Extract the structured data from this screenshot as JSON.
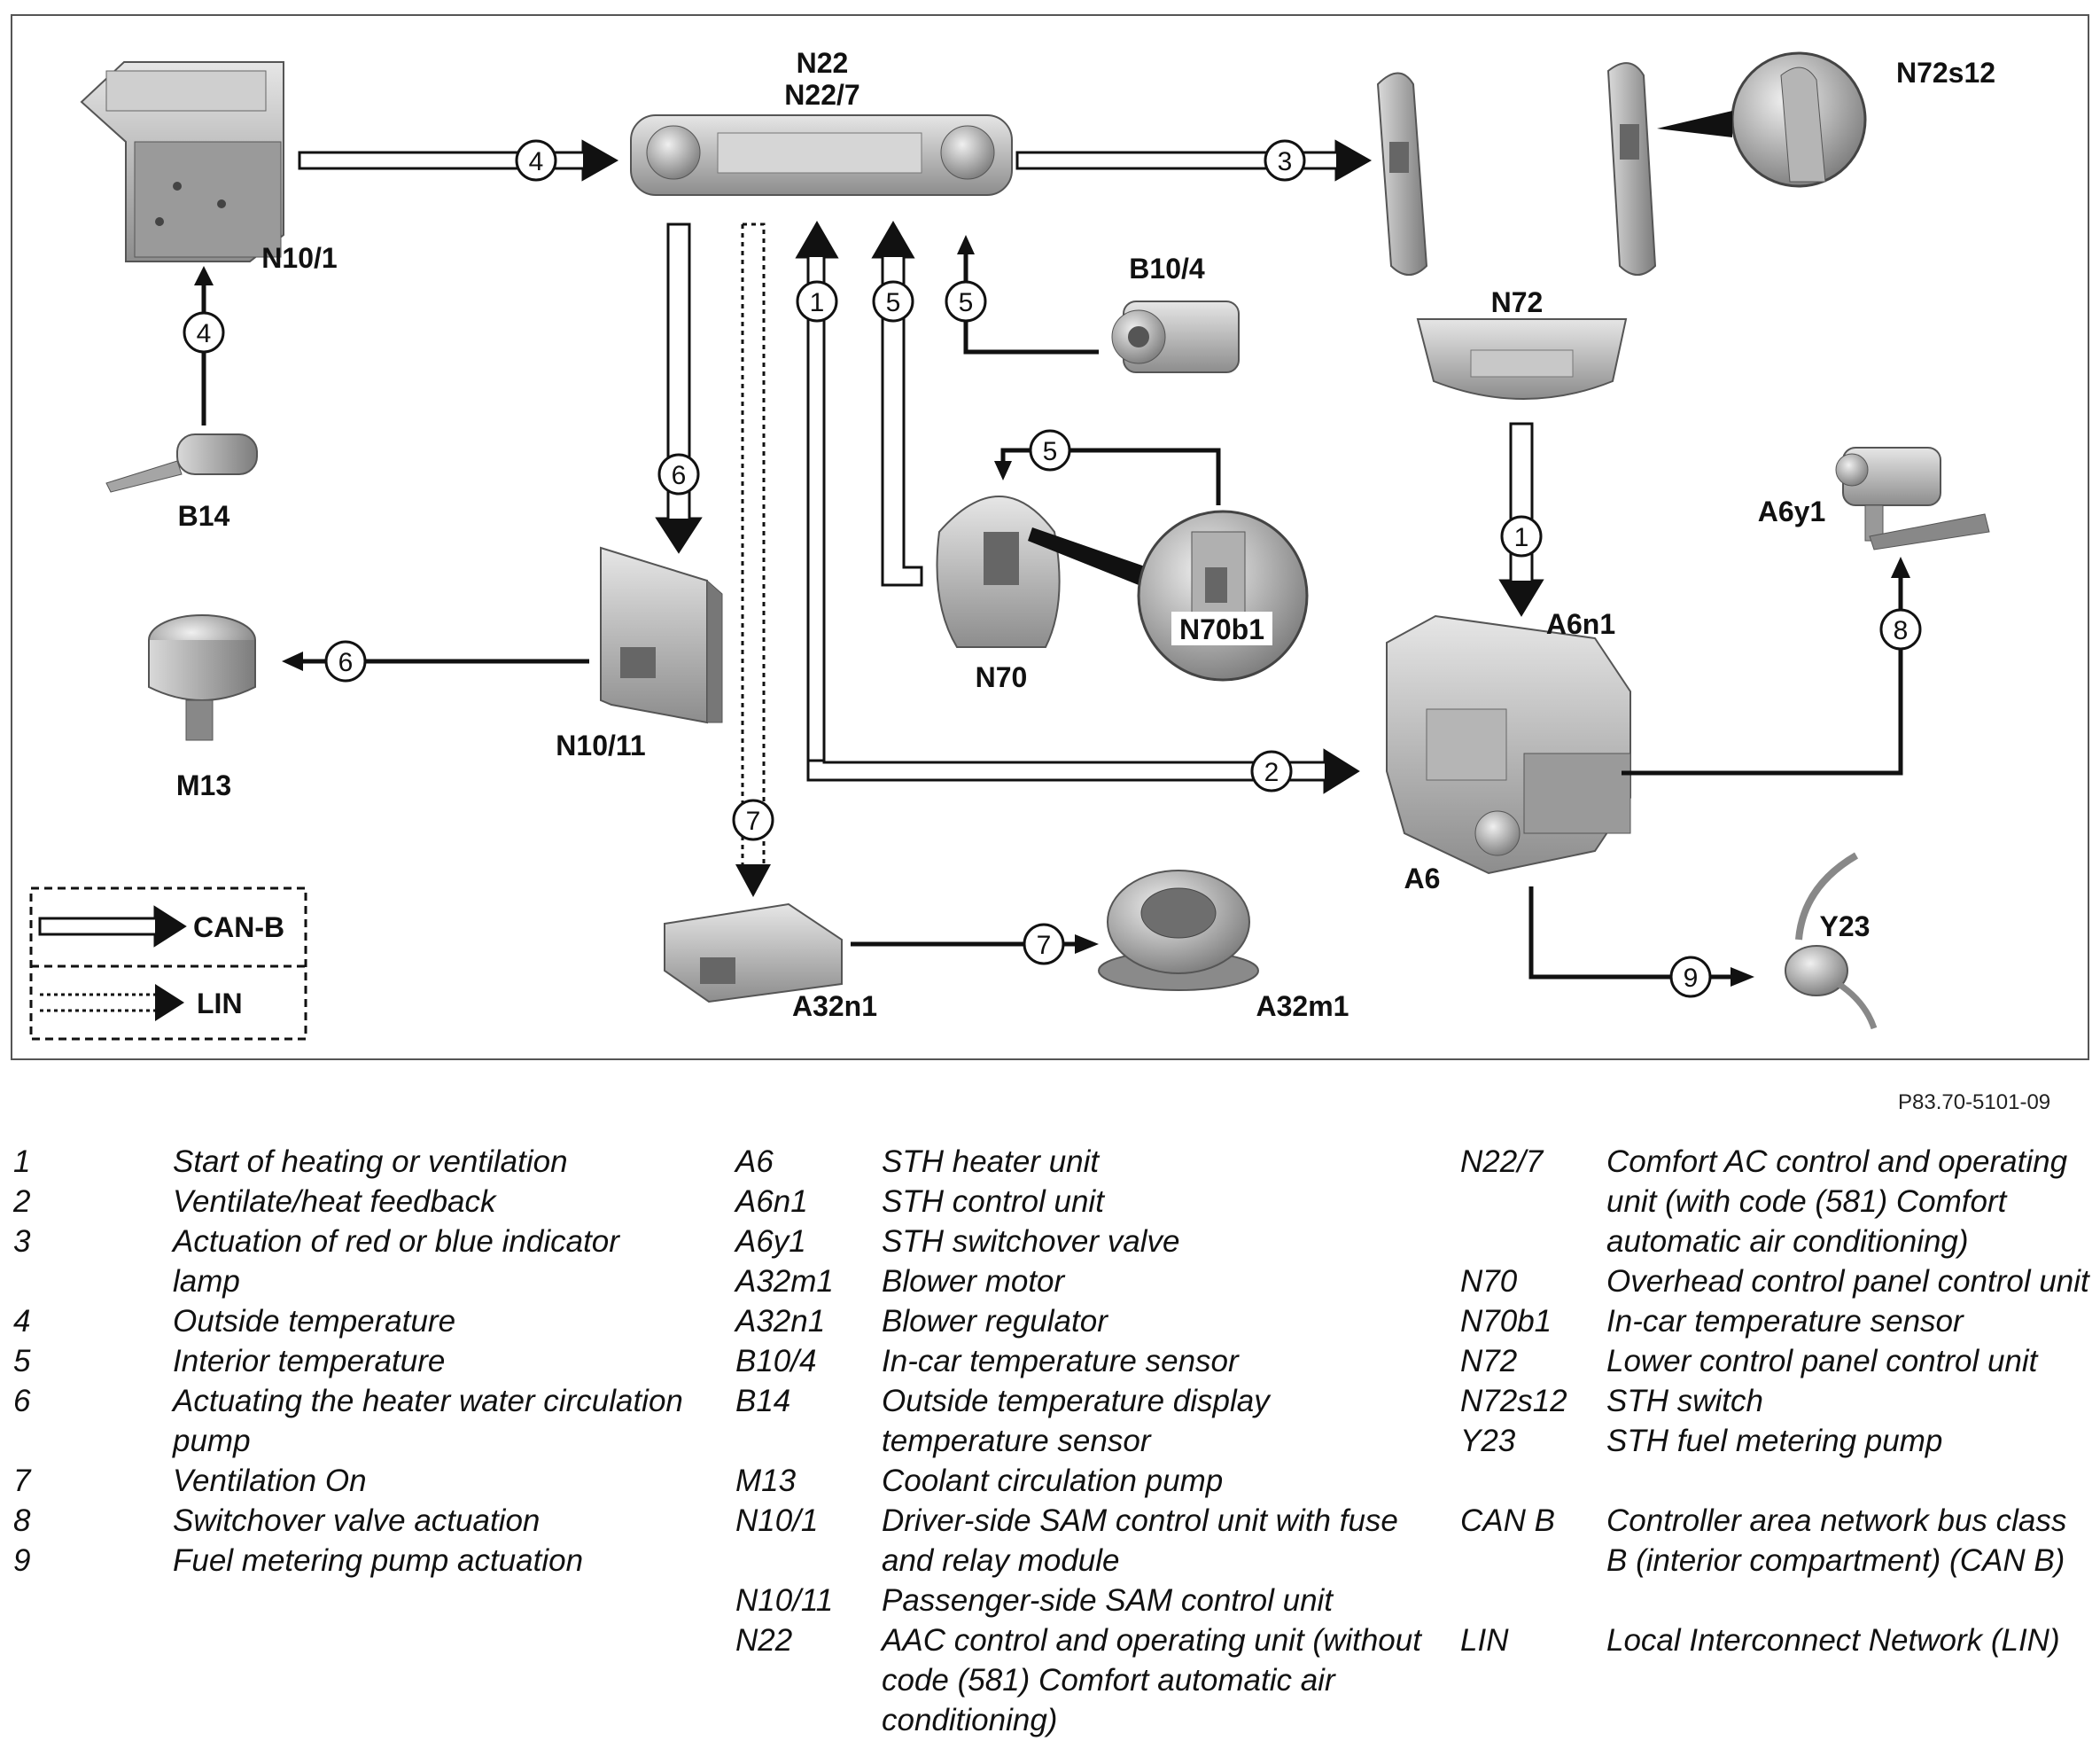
{
  "components": {
    "n22": "N22",
    "n22_7": "N22/7",
    "n72s12": "N72s12",
    "n10_1": "N10/1",
    "b10_4": "B10/4",
    "n72": "N72",
    "b14": "B14",
    "a6y1": "A6y1",
    "a6n1": "A6n1",
    "n70b1": "N70b1",
    "n70": "N70",
    "m13": "M13",
    "n10_11": "N10/11",
    "a6": "A6",
    "y23": "Y23",
    "a32n1": "A32n1",
    "a32m1": "A32m1"
  },
  "signal_numbers": {
    "n1": "1",
    "n2": "2",
    "n3": "3",
    "n4": "4",
    "n5": "5",
    "n6": "6",
    "n7": "7",
    "n8": "8",
    "n9": "9"
  },
  "bus_legend": {
    "can_b": "CAN-B",
    "lin": "LIN"
  },
  "reference_code": "P83.70-5101-09",
  "legend_columns": [
    [
      {
        "key": "1",
        "text": "Start of heating or ventilation"
      },
      {
        "key": "2",
        "text": "Ventilate/heat feedback"
      },
      {
        "key": "3",
        "text": "Actuation of red or blue indicator lamp"
      },
      {
        "key": "4",
        "text": "Outside temperature"
      },
      {
        "key": "5",
        "text": "Interior temperature"
      },
      {
        "key": "6",
        "text": "Actuating the heater water circulation pump"
      },
      {
        "key": "7",
        "text": "Ventilation On"
      },
      {
        "key": "8",
        "text": "Switchover valve actuation"
      },
      {
        "key": "9",
        "text": "Fuel metering pump actuation"
      }
    ],
    [
      {
        "key": "A6",
        "text": "STH heater unit"
      },
      {
        "key": "A6n1",
        "text": "STH control unit"
      },
      {
        "key": "A6y1",
        "text": "STH switchover valve"
      },
      {
        "key": "A32m1",
        "text": "Blower motor"
      },
      {
        "key": "A32n1",
        "text": "Blower regulator"
      },
      {
        "key": "B10/4",
        "text": "In-car temperature sensor"
      },
      {
        "key": "B14",
        "text": "Outside temperature display temperature sensor"
      },
      {
        "key": "M13",
        "text": "Coolant circulation pump"
      },
      {
        "key": "N10/1",
        "text": "Driver-side SAM control unit with fuse and relay module"
      },
      {
        "key": "N10/11",
        "text": "Passenger-side SAM control unit"
      },
      {
        "key": "N22",
        "text": "AAC control and operating unit (without code (581) Comfort automatic air conditioning)"
      }
    ],
    [
      {
        "key": "N22/7",
        "text": "Comfort AC control and operating unit (with code (581) Comfort automatic air conditioning)"
      },
      {
        "key": "N70",
        "text": "Overhead control panel control unit"
      },
      {
        "key": "N70b1",
        "text": "In-car temperature sensor"
      },
      {
        "key": "N72",
        "text": "Lower control panel control unit"
      },
      {
        "key": "N72s12",
        "text": "STH switch"
      },
      {
        "key": "Y23",
        "text": "STH fuel metering pump"
      },
      {
        "key": "",
        "text": ""
      },
      {
        "key": "CAN B",
        "text": "Controller area network bus class B (interior compartment) (CAN B)"
      },
      {
        "key": "",
        "text": ""
      },
      {
        "key": "LIN",
        "text": "Local Interconnect Network (LIN)"
      }
    ]
  ]
}
